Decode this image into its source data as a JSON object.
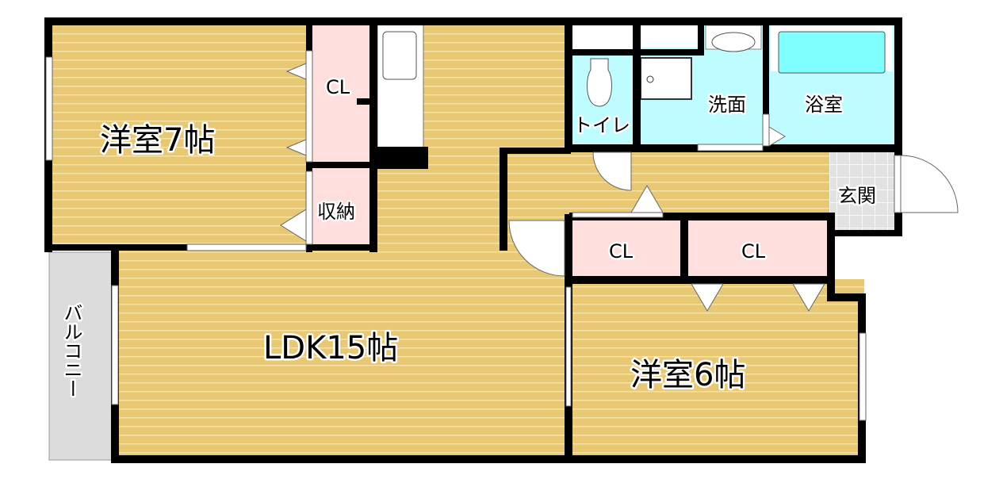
{
  "rooms": {
    "western7": "洋室7帖",
    "western6": "洋室6帖",
    "ldk": "LDK15帖",
    "closet_top": "CL",
    "storage": "収納",
    "toilet": "トイレ",
    "washroom": "洗面",
    "bath": "浴室",
    "entrance": "玄関",
    "closet_hall": "CL",
    "closet_big": "CL",
    "balcony": "バルコニー"
  },
  "colors": {
    "floor": "#e8c872",
    "floor_stripe": "#f3dea0",
    "closet": "#ffdede",
    "wet": "#bffcff",
    "bathtub": "#80ffff",
    "balcony": "#dcdcdc",
    "entrance": "#e2e2e2",
    "wall": "#000000"
  }
}
